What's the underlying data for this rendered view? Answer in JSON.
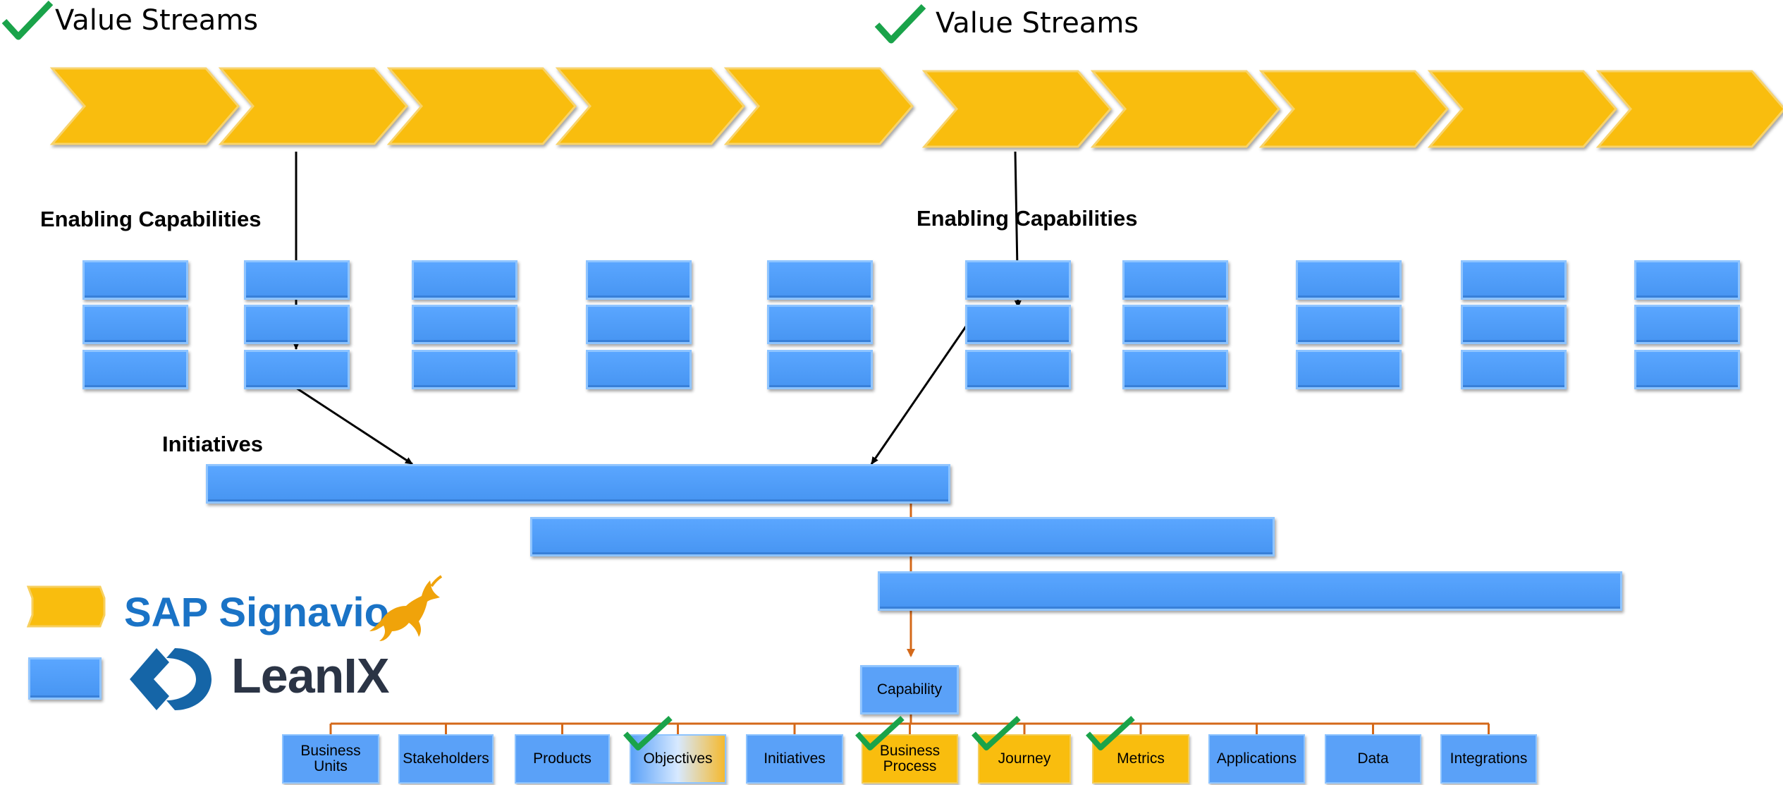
{
  "left_group": {
    "title": "Value Streams",
    "section_label": "Enabling Capabilities"
  },
  "right_group": {
    "title": "Value Streams",
    "section_label": "Enabling Capabilities"
  },
  "initiatives_label": "Initiatives",
  "capability_node": "Capability",
  "child_nodes": [
    {
      "label": "Business Units",
      "lines": [
        "Business",
        "Units"
      ],
      "style": "blue",
      "checked": false
    },
    {
      "label": "Stakeholders",
      "lines": [
        "Stakeholders"
      ],
      "style": "blue",
      "checked": false
    },
    {
      "label": "Products",
      "lines": [
        "Products"
      ],
      "style": "blue",
      "checked": false
    },
    {
      "label": "Objectives",
      "lines": [
        "Objectives"
      ],
      "style": "mixed",
      "checked": true
    },
    {
      "label": "Initiatives",
      "lines": [
        "Initiatives"
      ],
      "style": "blue",
      "checked": false
    },
    {
      "label": "Business Process",
      "lines": [
        "Business",
        "Process"
      ],
      "style": "gold",
      "checked": true
    },
    {
      "label": "Journey",
      "lines": [
        "Journey"
      ],
      "style": "gold",
      "checked": true
    },
    {
      "label": "Metrics",
      "lines": [
        "Metrics"
      ],
      "style": "gold",
      "checked": true
    },
    {
      "label": "Applications",
      "lines": [
        "Applications"
      ],
      "style": "blue",
      "checked": false
    },
    {
      "label": "Data",
      "lines": [
        "Data"
      ],
      "style": "blue",
      "checked": false
    },
    {
      "label": "Integrations",
      "lines": [
        "Integrations"
      ],
      "style": "blue",
      "checked": false
    }
  ],
  "legend": {
    "sap": {
      "brand": "SAP Signavio",
      "swatch_color": "#f9bd0e",
      "icon": "antelope-icon"
    },
    "leanix": {
      "brand": "LeanIX",
      "swatch_color": "#5aa1f8",
      "icon": "leanix-mark-icon"
    }
  },
  "colors": {
    "value_stream": "#f9bd0e",
    "capability_block": "#5aa1f8",
    "checkmark": "#1aa34a",
    "hierarchy_line": "#d4691a",
    "arrow": "#000000"
  }
}
